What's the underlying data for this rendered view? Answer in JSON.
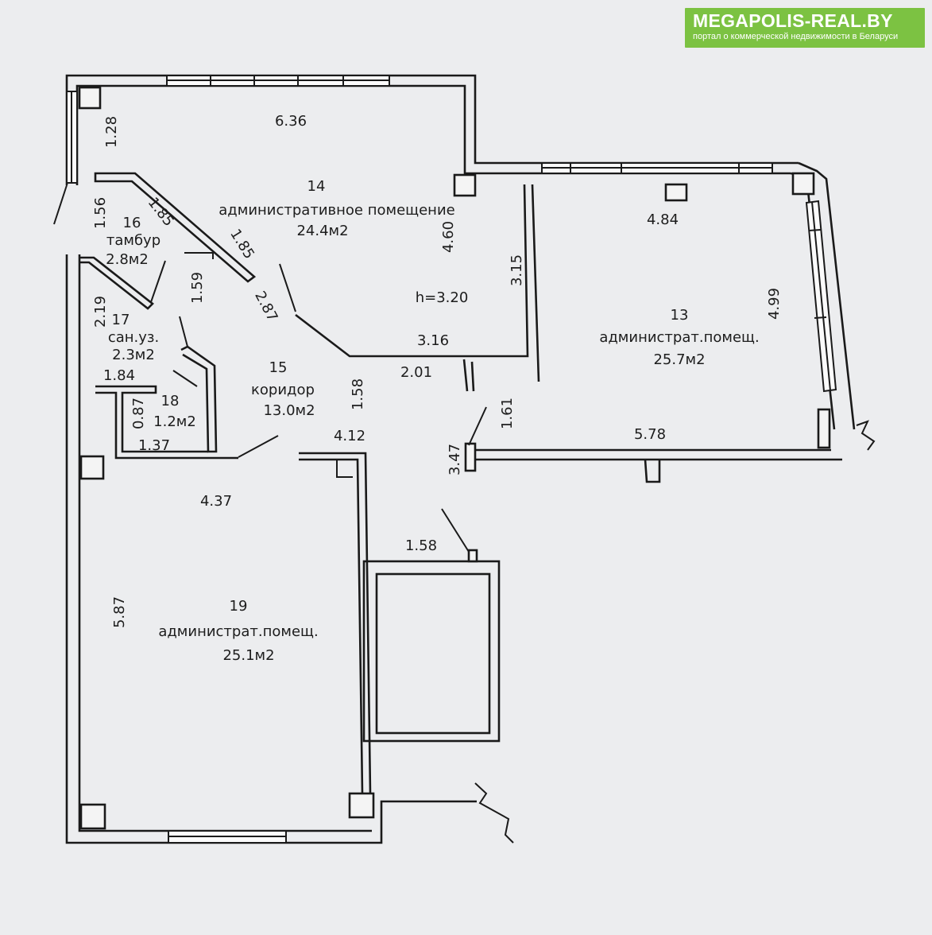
{
  "logo": {
    "brand": "MEGAPOLIS-REAL.BY",
    "tagline": "портал о коммерческой недвижимости в Беларуси",
    "color": "#7cc242"
  },
  "rooms": {
    "r14": {
      "number": "14",
      "name": "административное помещение",
      "area": "24.4м2",
      "height": "h=3.20"
    },
    "r13": {
      "number": "13",
      "name": "администрат.помещ.",
      "area": "25.7м2"
    },
    "r16": {
      "number": "16",
      "name": "тамбур",
      "area": "2.8м2"
    },
    "r17": {
      "number": "17",
      "name": "сан.уз.",
      "area": "2.3м2"
    },
    "r15": {
      "number": "15",
      "name": "коридор",
      "area": "13.0м2"
    },
    "r18": {
      "number": "18",
      "area": "1.2м2"
    },
    "r19": {
      "number": "19",
      "name": "администрат.помещ.",
      "area": "25.1м2"
    }
  },
  "dimensions": {
    "d_636": "6.36",
    "d_128": "1.28",
    "d_156": "1.56",
    "d_185a": "1.85",
    "d_185b": "1.85",
    "d_159": "1.59",
    "d_219": "2.19",
    "d_184": "1.84",
    "d_087": "0.87",
    "d_137": "1.37",
    "d_287": "2.87",
    "d_460": "4.60",
    "d_315": "3.15",
    "d_316": "3.16",
    "d_201": "2.01",
    "d_158a": "1.58",
    "d_412": "4.12",
    "d_484": "4.84",
    "d_499": "4.99",
    "d_161": "1.61",
    "d_347": "3.47",
    "d_578": "5.78",
    "d_437": "4.37",
    "d_158b": "1.58",
    "d_587": "5.87"
  }
}
